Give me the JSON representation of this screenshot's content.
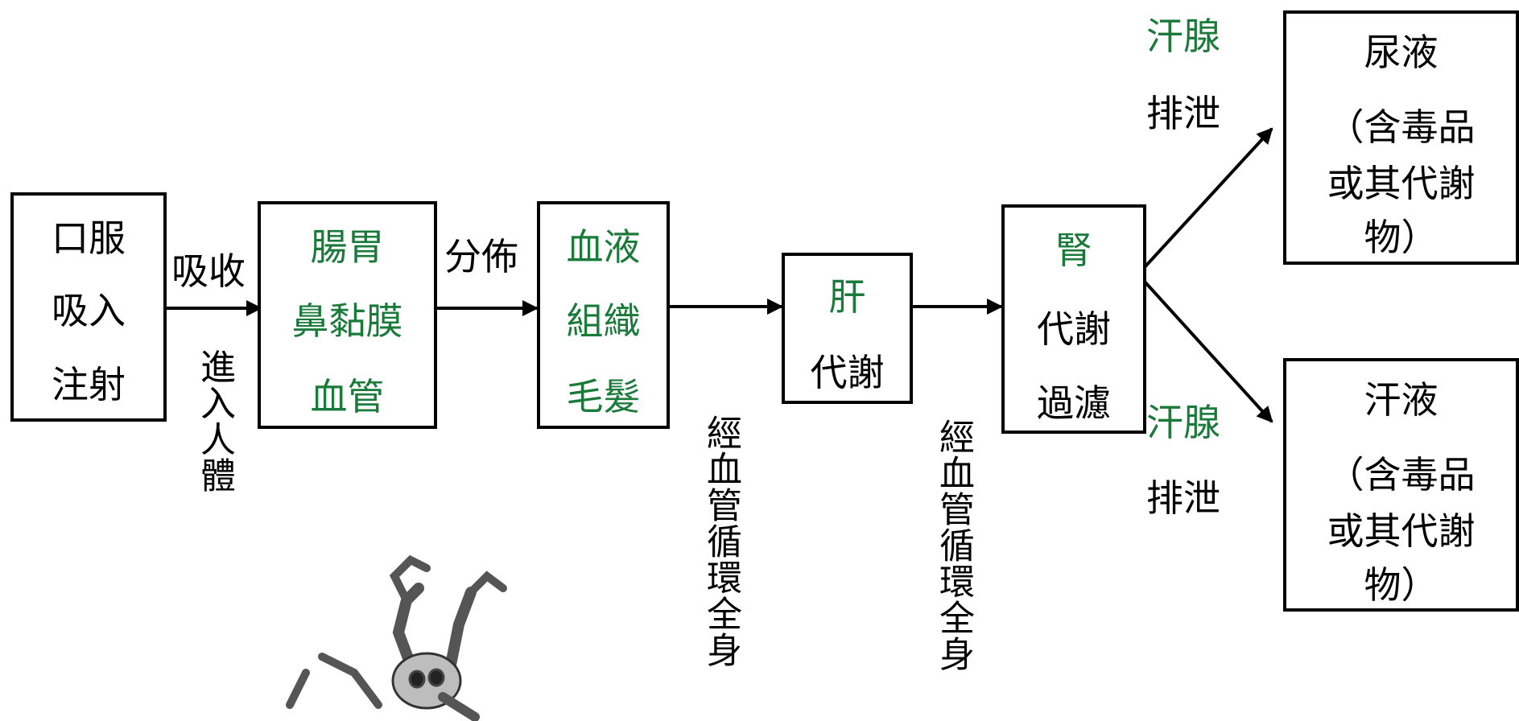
{
  "nodes": {
    "intake": {
      "lines": [
        "口服",
        "吸入",
        "注射"
      ]
    },
    "gi": {
      "lines": [
        "腸胃",
        "鼻黏膜",
        "血管"
      ]
    },
    "blood": {
      "lines": [
        "血液",
        "組織",
        "毛髮"
      ]
    },
    "liver": {
      "title": "肝",
      "subtitle": "代謝"
    },
    "kidney": {
      "title": "腎",
      "lines": [
        "代謝",
        "過濾"
      ]
    },
    "urine": {
      "title": "尿液",
      "lines": [
        "（含毒品",
        "或其代謝",
        "物）"
      ]
    },
    "sweat": {
      "title": "汗液",
      "lines": [
        "（含毒品",
        "或其代謝",
        "物）"
      ]
    }
  },
  "edges": {
    "absorb": "吸收",
    "enter_body": "進入人體",
    "distribute": "分佈",
    "circulation_1": "經血管循環全身",
    "circulation_2": "經血管循環全身",
    "top_gland": "汗腺",
    "top_excrete": "排泄",
    "bottom_gland": "汗腺",
    "bottom_excrete": "排泄"
  },
  "colors": {
    "accent": "#1a7a3a",
    "line": "#000000"
  },
  "decor": {
    "skeleton": "skeleton-figure"
  }
}
